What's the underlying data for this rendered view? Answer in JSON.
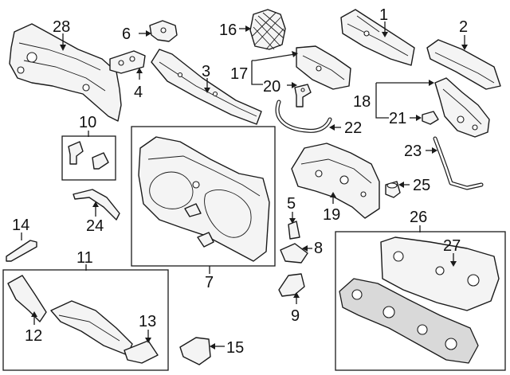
{
  "callouts": {
    "c1": "1",
    "c2": "2",
    "c3": "3",
    "c4": "4",
    "c5": "5",
    "c6": "6",
    "c7": "7",
    "c8": "8",
    "c9": "9",
    "c10": "10",
    "c11": "11",
    "c12": "12",
    "c13": "13",
    "c14": "14",
    "c15": "15",
    "c16": "16",
    "c17": "17",
    "c18": "18",
    "c19": "19",
    "c20": "20",
    "c21": "21",
    "c22": "22",
    "c23": "23",
    "c24": "24",
    "c25": "25",
    "c26": "26",
    "c27": "27",
    "c28": "28"
  },
  "colors": {
    "line": "#1a1a1a",
    "part_fill": "#f4f4f4",
    "background": "#ffffff"
  }
}
